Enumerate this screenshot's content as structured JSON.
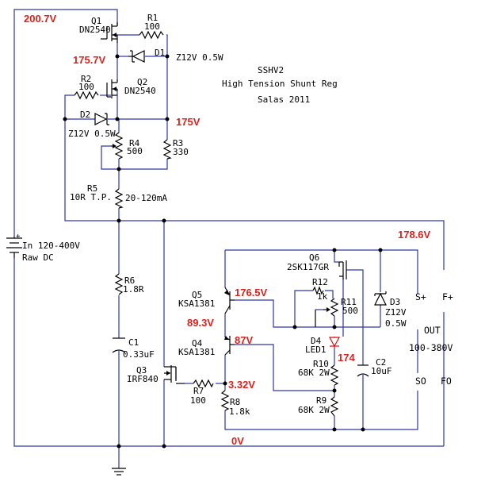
{
  "title": {
    "line1": "SSHV2",
    "line2": "High Tension Shunt Reg",
    "line3": "Salas 2011"
  },
  "voltages": {
    "v_top": "200.7V",
    "v_q2": "175.7V",
    "v_r3": "175V",
    "v_out": "178.6V",
    "v_q5": "176.5V",
    "v_q4b": "89.3V",
    "v_q4": "87V",
    "v_led": "174",
    "v_q3": "3.32V",
    "v_zero": "0V"
  },
  "components": {
    "q1": {
      "ref": "Q1",
      "part": "DN2540"
    },
    "r1": {
      "ref": "R1",
      "value": "100"
    },
    "d1": {
      "ref": "D1",
      "value": "Z12V 0.5W"
    },
    "r2": {
      "ref": "R2",
      "value": "100"
    },
    "q2": {
      "ref": "Q2",
      "part": "DN2540"
    },
    "d2": {
      "ref": "D2",
      "value": "Z12V 0.5W"
    },
    "r4": {
      "ref": "R4",
      "value": "500"
    },
    "r3": {
      "ref": "R3",
      "value": "330"
    },
    "r5": {
      "ref": "R5",
      "value": "10R T.P.",
      "note": "20-120mA"
    },
    "r6": {
      "ref": "R6",
      "value": "1.8R"
    },
    "c1": {
      "ref": "C1",
      "value": "0.33uF"
    },
    "q3": {
      "ref": "Q3",
      "part": "IRF840"
    },
    "r7": {
      "ref": "R7",
      "value": "100"
    },
    "r8": {
      "ref": "R8",
      "value": "1.8k"
    },
    "q5": {
      "ref": "Q5",
      "part": "KSA1381"
    },
    "q4": {
      "ref": "Q4",
      "part": "KSA1381"
    },
    "q6": {
      "ref": "Q6",
      "part": "2SK117GR"
    },
    "r12": {
      "ref": "R12",
      "value": "1k"
    },
    "r11": {
      "ref": "R11",
      "value": "500"
    },
    "d3": {
      "ref": "D3",
      "value": "Z12V",
      "value2": "0.5W"
    },
    "d4": {
      "ref": "D4",
      "value": "LED1"
    },
    "r10": {
      "ref": "R10",
      "value": "68K 2W"
    },
    "r9": {
      "ref": "R9",
      "value": "68K 2W"
    },
    "c2": {
      "ref": "C2",
      "value": "10uF"
    }
  },
  "input": {
    "line1": "In 120-400V",
    "line2": "Raw DC"
  },
  "output": {
    "s_plus": "S+",
    "f_plus": "F+",
    "label": "OUT",
    "range": "100-380V",
    "s_zero": "SO",
    "f_zero": "FO"
  },
  "colors": {
    "wire": "#2d36a8",
    "voltage": "#e0201b",
    "component": "#000000"
  }
}
